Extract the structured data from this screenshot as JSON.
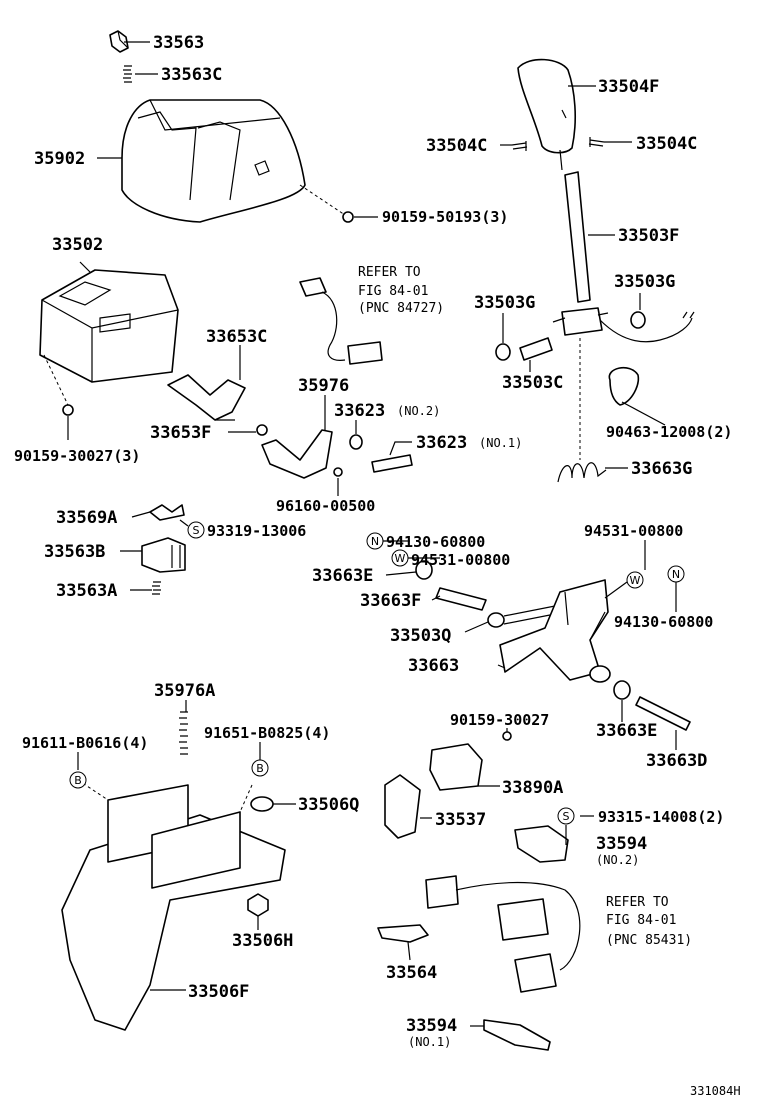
{
  "labels": {
    "p33563": "33563",
    "p33563C": "33563C",
    "p35902": "35902",
    "p90159_50193": "90159-50193(3)",
    "p33504F": "33504F",
    "p33504C_l": "33504C",
    "p33504C_r": "33504C",
    "p33502": "33502",
    "p33503F": "33503F",
    "p33503G_r": "33503G",
    "p33503G_l": "33503G",
    "p33503C": "33503C",
    "p33653C": "33653C",
    "p35976": "35976",
    "p33623_no2": "33623",
    "no2_a": "(NO.2)",
    "p33623_no1": "33623",
    "no1_a": "(NO.1)",
    "p33653F": "33653F",
    "p90159_30027_3": "90159-30027(3)",
    "p96160": "96160-00500",
    "p90463": "90463-12008(2)",
    "p33663G": "33663G",
    "p33569A": "33569A",
    "p93319": "93319-13006",
    "p33563B": "33563B",
    "p33563A": "33563A",
    "p94130_a": "94130-60800",
    "p94531_a": "94531-00800",
    "p94531_b": "94531-00800",
    "p33663E_a": "33663E",
    "p33663F": "33663F",
    "p33503Q": "33503Q",
    "p94130_b": "94130-60800",
    "p33663": "33663",
    "p35976A": "35976A",
    "p91611": "91611-B0616(4)",
    "p91651": "91651-B0825(4)",
    "p33506Q": "33506Q",
    "p90159_30027": "90159-30027",
    "p33663E_b": "33663E",
    "p33663D": "33663D",
    "p33890A": "33890A",
    "p33537": "33537",
    "p93315": "93315-14008(2)",
    "p33594_no2": "33594",
    "no2_b": "(NO.2)",
    "p33506H": "33506H",
    "p33506F": "33506F",
    "p33564": "33564",
    "p33594_no1": "33594",
    "no1_b": "(NO.1)",
    "diagram_code": "331084H"
  },
  "refers": [
    {
      "line1": "REFER TO",
      "line2": "FIG 84-01",
      "line3": "(PNC 84727)"
    },
    {
      "line1": "REFER TO",
      "line2": "FIG 84-01",
      "line3": "(PNC 85431)"
    }
  ],
  "symbols": {
    "S1": "S",
    "S2": "S",
    "N1": "N",
    "N2": "N",
    "W1": "W",
    "W2": "W",
    "B1": "B",
    "B2": "B"
  }
}
